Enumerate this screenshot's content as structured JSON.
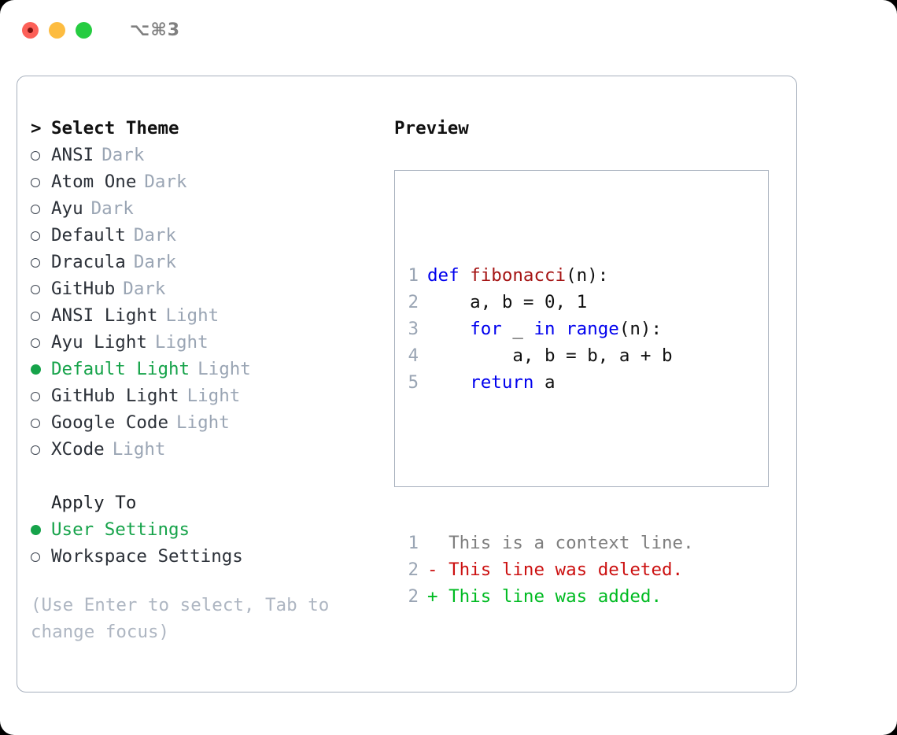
{
  "titlebar": {
    "shortcut": "⌥⌘3",
    "buttons": [
      "close",
      "minimize",
      "maximize"
    ]
  },
  "theme_picker": {
    "caret": ">",
    "header": "Select Theme",
    "items": [
      {
        "name": "ANSI",
        "badge": "Dark",
        "selected": false
      },
      {
        "name": "Atom One",
        "badge": "Dark",
        "selected": false
      },
      {
        "name": "Ayu",
        "badge": "Dark",
        "selected": false
      },
      {
        "name": "Default",
        "badge": "Dark",
        "selected": false
      },
      {
        "name": "Dracula",
        "badge": "Dark",
        "selected": false
      },
      {
        "name": "GitHub",
        "badge": "Dark",
        "selected": false
      },
      {
        "name": "ANSI Light",
        "badge": "Light",
        "selected": false
      },
      {
        "name": "Ayu Light",
        "badge": "Light",
        "selected": false
      },
      {
        "name": "Default Light",
        "badge": "Light",
        "selected": true
      },
      {
        "name": "GitHub Light",
        "badge": "Light",
        "selected": false
      },
      {
        "name": "Google Code",
        "badge": "Light",
        "selected": false
      },
      {
        "name": "XCode",
        "badge": "Light",
        "selected": false
      }
    ]
  },
  "apply_to": {
    "header": "Apply To",
    "options": [
      {
        "label": "User Settings",
        "selected": true
      },
      {
        "label": "Workspace Settings",
        "selected": false
      }
    ]
  },
  "hint": "(Use Enter to select, Tab to change focus)",
  "preview": {
    "title": "Preview",
    "code_lines": [
      {
        "no": "1",
        "segments": [
          {
            "t": "def ",
            "c": "kw"
          },
          {
            "t": "fibonacci",
            "c": "fname"
          },
          {
            "t": "(n):",
            "c": "plain"
          }
        ]
      },
      {
        "no": "2",
        "segments": [
          {
            "t": "    a, b = 0, 1",
            "c": "plain"
          }
        ]
      },
      {
        "no": "3",
        "segments": [
          {
            "t": "    ",
            "c": "plain"
          },
          {
            "t": "for ",
            "c": "kw"
          },
          {
            "t": "_ ",
            "c": "plain"
          },
          {
            "t": "in ",
            "c": "kw"
          },
          {
            "t": "range",
            "c": "kw"
          },
          {
            "t": "(n):",
            "c": "plain"
          }
        ]
      },
      {
        "no": "4",
        "segments": [
          {
            "t": "        a, b = b, a + b",
            "c": "plain"
          }
        ]
      },
      {
        "no": "5",
        "segments": [
          {
            "t": "    ",
            "c": "plain"
          },
          {
            "t": "return ",
            "c": "kw"
          },
          {
            "t": "a",
            "c": "plain"
          }
        ]
      }
    ],
    "diff_lines": [
      {
        "no": "1",
        "marker": " ",
        "text": " This is a context line.",
        "kind": "ctx"
      },
      {
        "no": "2",
        "marker": "-",
        "text": " This line was deleted.",
        "kind": "del"
      },
      {
        "no": "2",
        "marker": "+",
        "text": " This line was added.",
        "kind": "add"
      }
    ]
  },
  "colors": {
    "accent_green": "#16a34a",
    "keyword_blue": "#0000ee",
    "function_red": "#a51414",
    "diff_delete": "#cc1111",
    "diff_add": "#00bb22",
    "muted_gray": "#9aa5b4",
    "border": "#a7b0bd",
    "close_red": "#fc6058",
    "minimize_yellow": "#fdbc40",
    "maximize_green": "#26cc41"
  }
}
